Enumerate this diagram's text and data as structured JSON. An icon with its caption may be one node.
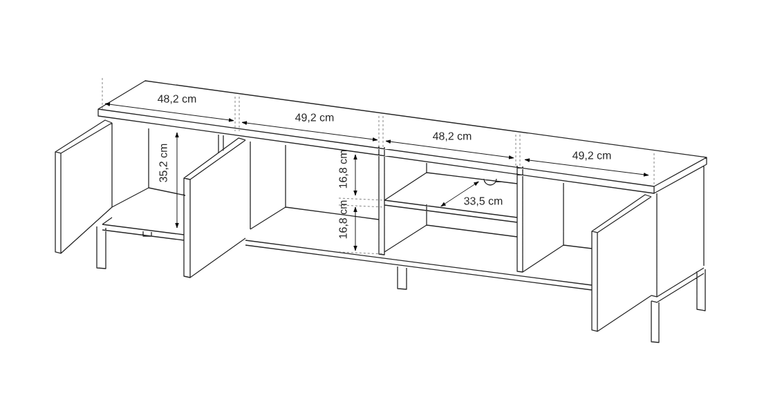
{
  "diagram": {
    "labels": [
      "48,2 cm",
      "49,2 cm",
      "48,2 cm",
      "49,2 cm",
      "35,2 cm",
      "16,8 cm",
      "16,8 cm",
      "33,5 cm"
    ]
  }
}
